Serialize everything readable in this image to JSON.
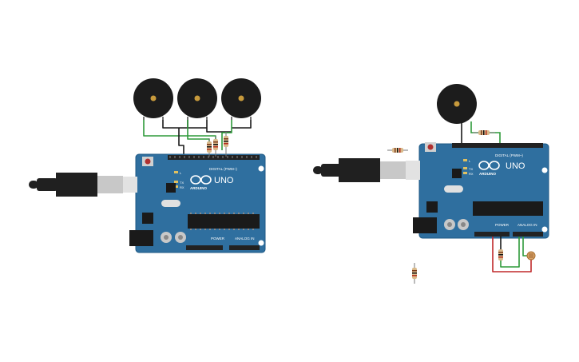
{
  "circuits": [
    {
      "id": "circuit-left",
      "board": {
        "brand": "ARDUINO",
        "model": "UNO",
        "digital_label": "DIGITAL (PWM~)",
        "power_label": "POWER",
        "analog_label": "ANALOG IN",
        "tx_label": "TX",
        "rx_label": "RX",
        "l_label": "L"
      },
      "buzzers": 3,
      "resistors_on_board": 3
    },
    {
      "id": "circuit-right",
      "board": {
        "brand": "ARDUINO",
        "model": "UNO",
        "digital_label": "DIGITAL (PWM~)",
        "power_label": "POWER",
        "analog_label": "ANALOG IN",
        "tx_label": "TX",
        "rx_label": "RX",
        "l_label": "L"
      },
      "buzzers": 1,
      "resistors_on_board": 1,
      "photoresistor": true
    }
  ],
  "colors": {
    "board": "#2f6f9f",
    "board_edge": "#1f5a85",
    "header": "#222222",
    "buzzer": "#1c1c1c",
    "buzzer_center": "#c79a3c",
    "usb_plug": "#202020",
    "usb_metal": "#c8c8c8",
    "wire_black": "#1a1a1a",
    "wire_green": "#2e9a3a",
    "wire_red": "#c0282a",
    "resistor_body": "#d9b98a"
  }
}
